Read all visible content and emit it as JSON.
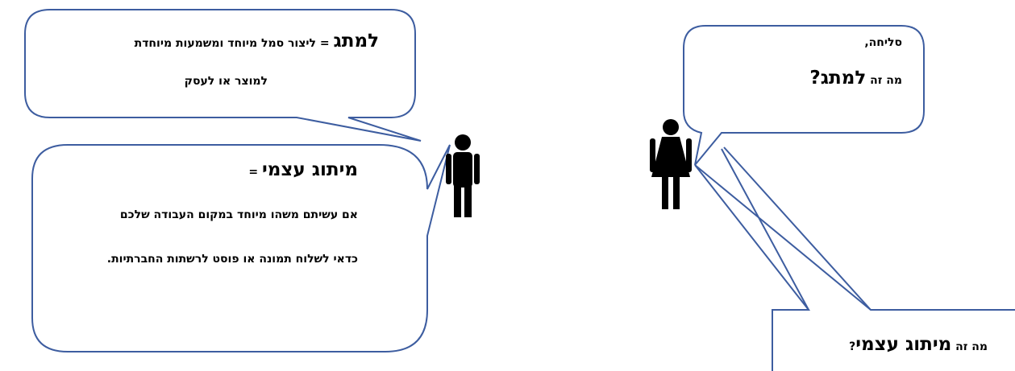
{
  "bubble_top_left": {
    "term": "למתג",
    "definition_line1": " = ליצור סמל מיוחד ומשמעות מיוחדת",
    "definition_line2": "למוצר או לעסק"
  },
  "bubble_bottom_left": {
    "term": "מיתוג עצמי",
    "equals": " =",
    "line1": "אם עשיתם משהו מיוחד במקום העבודה שלכם",
    "line2": "כדאי לשלוח תמונה או פוסט לרשתות החברתיות."
  },
  "bubble_right_top": {
    "line1": "סליחה,",
    "prefix": "מה זה ",
    "term": "למתג",
    "suffix": "?"
  },
  "bubble_right_bottom": {
    "prefix": "מה זה ",
    "term": "מיתוג עצמי",
    "suffix": "?"
  },
  "colors": {
    "outline": "#3d5da0",
    "figure": "#000000"
  },
  "icons": {
    "left_figure": "man-icon",
    "right_figure": "woman-icon"
  }
}
